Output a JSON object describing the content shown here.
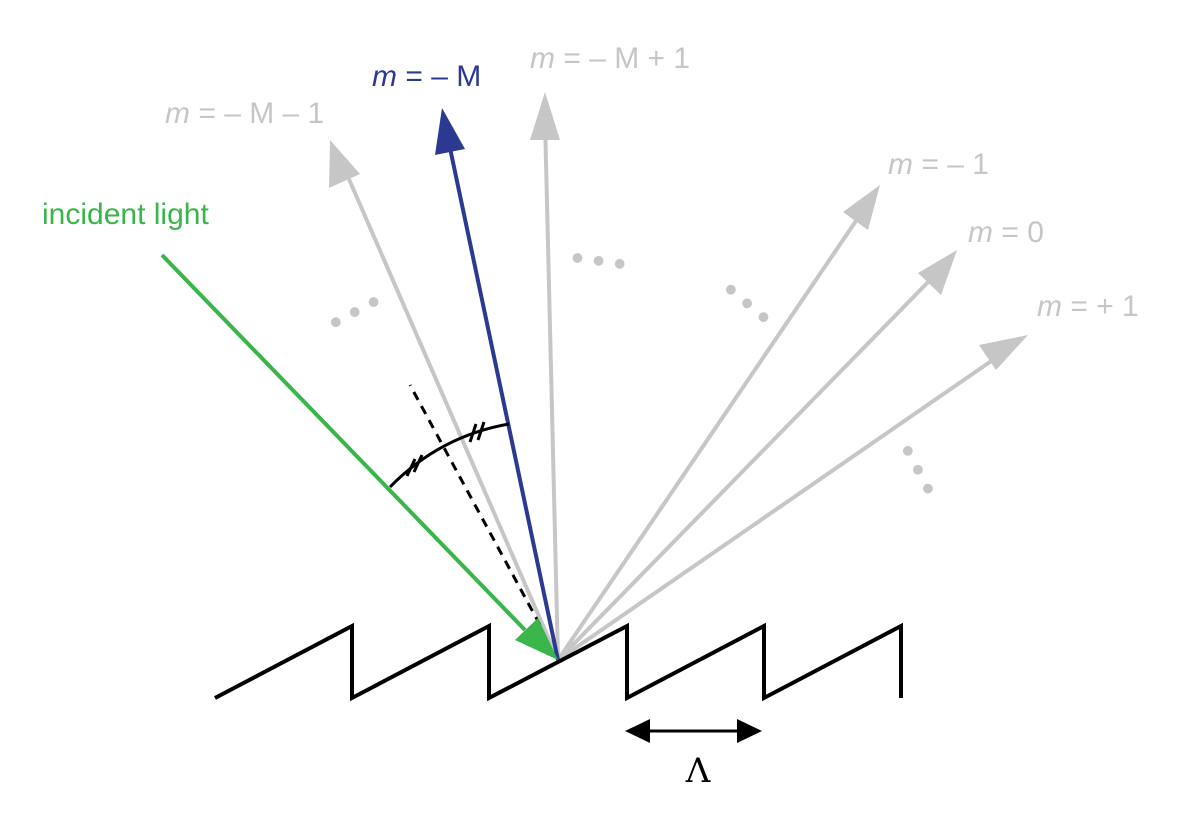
{
  "incident": {
    "label": "incident light",
    "color": "#39b54a"
  },
  "orders": [
    {
      "id": "m-minus-M-minus-1",
      "var": "m",
      "rest": " = – M – 1",
      "color": "#c6c6c6"
    },
    {
      "id": "m-minus-M",
      "var": "m",
      "rest": " = – M",
      "color": "#2b3990"
    },
    {
      "id": "m-minus-M-plus-1",
      "var": "m",
      "rest": " = – M + 1",
      "color": "#c6c6c6"
    },
    {
      "id": "m-minus-1",
      "var": "m",
      "rest": " = – 1",
      "color": "#c6c6c6"
    },
    {
      "id": "m-zero",
      "var": "m",
      "rest": " = 0",
      "color": "#c6c6c6"
    },
    {
      "id": "m-plus-1",
      "var": "m",
      "rest": " = + 1",
      "color": "#c6c6c6"
    }
  ],
  "ellipsis": "• • •",
  "period_label": "Λ",
  "grating_color": "#000000",
  "normal_style": "dashed"
}
